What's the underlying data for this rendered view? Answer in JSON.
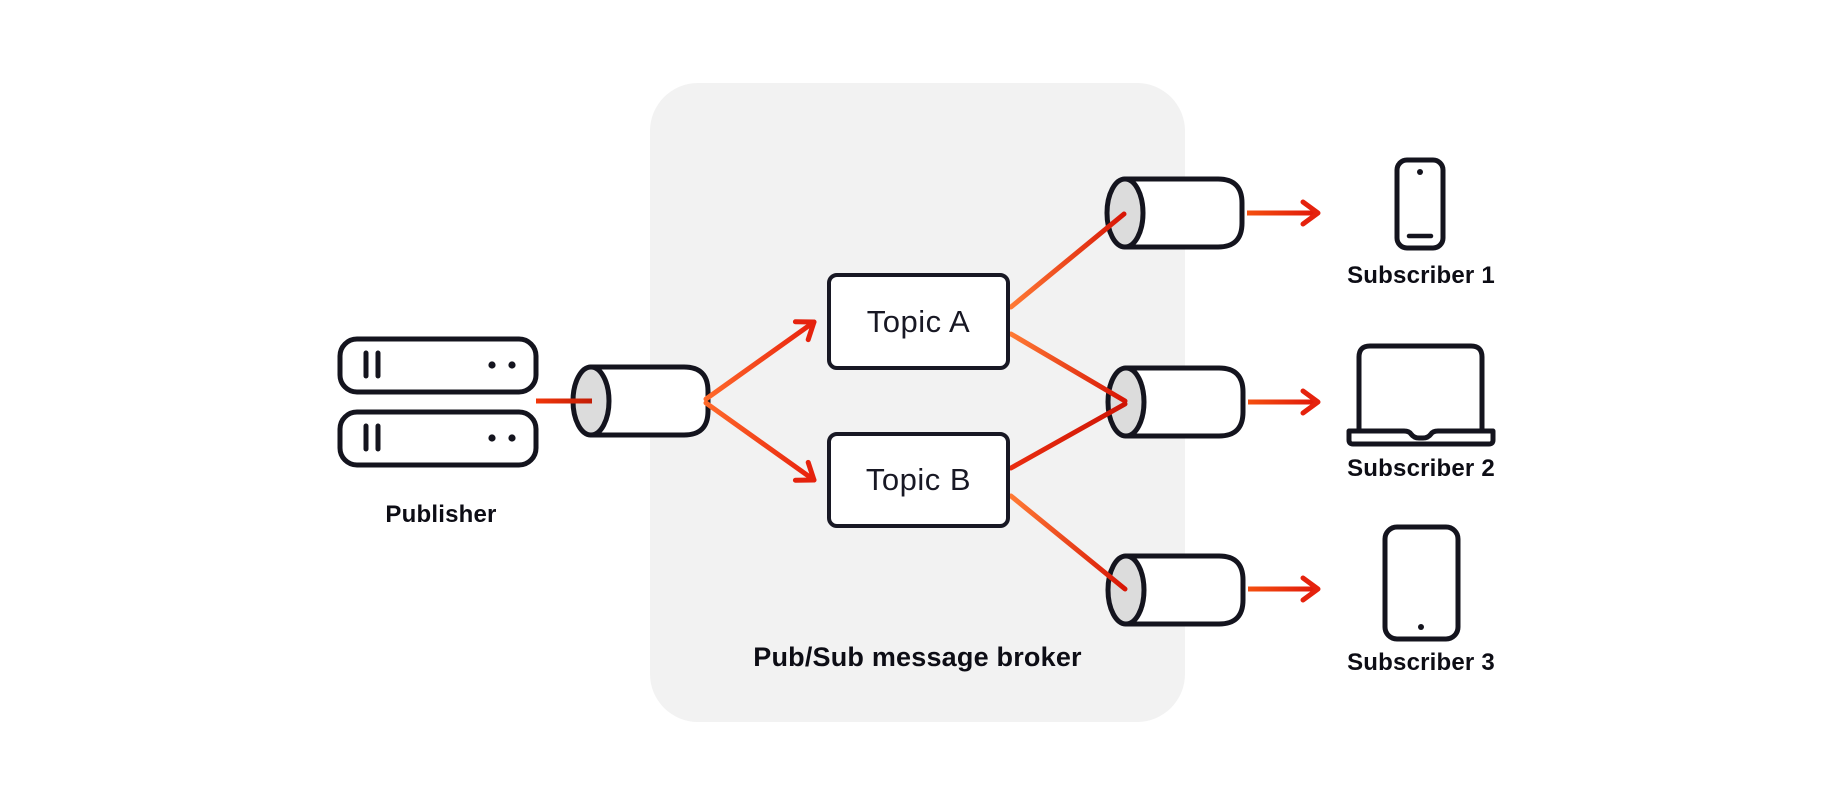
{
  "diagram": {
    "publisher": {
      "label": "Publisher",
      "icon": "server-stack-icon",
      "server_count": 2
    },
    "broker": {
      "label": "Pub/Sub message broker",
      "topics": [
        {
          "label": "Topic A"
        },
        {
          "label": "Topic B"
        }
      ]
    },
    "subscribers": [
      {
        "label": "Subscriber 1",
        "device": "smartphone"
      },
      {
        "label": "Subscriber 2",
        "device": "laptop"
      },
      {
        "label": "Subscriber 3",
        "device": "tablet"
      }
    ],
    "colors": {
      "ink": "#14141e",
      "broker_panel": "#f2f2f2",
      "queue_face": "#dcdcdc",
      "flow_orange": "#ff6a2b",
      "flow_red": "#e5220d",
      "background": "#ffffff"
    }
  }
}
